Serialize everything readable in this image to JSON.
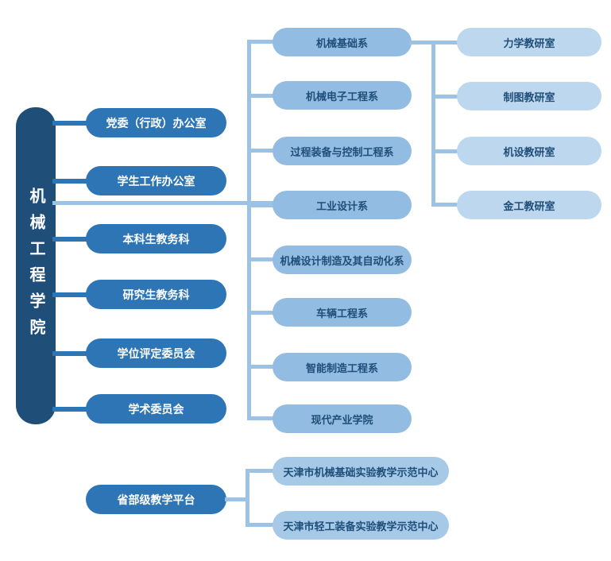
{
  "org_chart": {
    "root": {
      "label": "机械工程学院"
    },
    "admin_offices": [
      {
        "label": "党委（行政）办公室"
      },
      {
        "label": "学生工作办公室"
      },
      {
        "label": "本科生教务科"
      },
      {
        "label": "研究生教务科"
      },
      {
        "label": "学位评定委员会"
      },
      {
        "label": "学术委员会"
      }
    ],
    "departments": [
      {
        "label": "机械基础系"
      },
      {
        "label": "机械电子工程系"
      },
      {
        "label": "过程装备与控制工程系"
      },
      {
        "label": "工业设计系"
      },
      {
        "label": "机械设计制造及其自动化系"
      },
      {
        "label": "车辆工程系"
      },
      {
        "label": "智能制造工程系"
      },
      {
        "label": "现代产业学院"
      }
    ],
    "teaching_offices": [
      {
        "label": "力学教研室"
      },
      {
        "label": "制图教研室"
      },
      {
        "label": "机设教研室"
      },
      {
        "label": "金工教研室"
      }
    ],
    "platform": {
      "label": "省部级教学平台"
    },
    "platform_centers": [
      {
        "label": "天津市机械基础实验教学示范中心"
      },
      {
        "label": "天津市轻工装备实验教学示范中心"
      }
    ],
    "colors": {
      "root_bg": "#1F4E79",
      "admin_bg": "#2E75B6",
      "department_bg": "#92BCE2",
      "teaching_office_bg": "#BDD7EE",
      "platform_center_bg": "#A6C9E8",
      "dark_line": "#2E75B6",
      "light_line": "#9CC2E5",
      "dark_text": "#1F4E79",
      "light_text": "#FFFFFF"
    }
  }
}
